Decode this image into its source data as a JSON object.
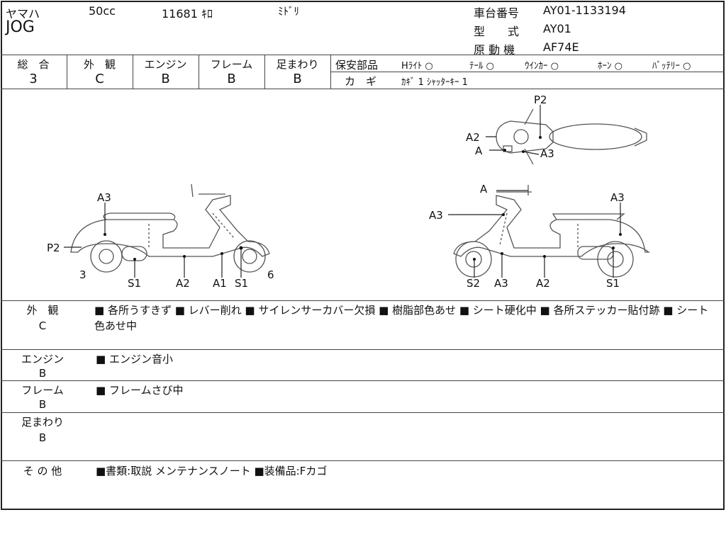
{
  "header": {
    "maker": "ヤマハ",
    "displacement": "50cc",
    "mileage": "11681 ｷﾛ",
    "color": "ﾐﾄﾞﾘ",
    "model": "JOG",
    "frame_no_label": "車台番号",
    "frame_no": "AY01-1133194",
    "type_label": "型　　式",
    "type": "AY01",
    "engine_label": "原 動 機",
    "engine": "AF74E"
  },
  "grades": [
    {
      "label": "総　合",
      "value": "3"
    },
    {
      "label": "外　観",
      "value": "C"
    },
    {
      "label": "エンジン",
      "value": "B"
    },
    {
      "label": "フレーム",
      "value": "B"
    },
    {
      "label": "足まわり",
      "value": "B"
    }
  ],
  "safety": {
    "label": "保安部品",
    "items": [
      "Hﾗｲﾄ ○",
      "ﾃｰﾙ ○",
      "ｳｲﾝｶｰ ○",
      "ﾎｰﾝ ○",
      "ﾊﾞｯﾃﾘｰ ○"
    ]
  },
  "keys": {
    "label": "カ　ギ",
    "value": "ｶｷﾞ 1 ｼｬｯﾀｰｷｰ 1"
  },
  "diagram": {
    "left": [
      "A3",
      "P2",
      "3",
      "S1",
      "A2",
      "A1",
      "S1",
      "6"
    ],
    "top": [
      "P2",
      "A2",
      "A",
      "A3"
    ],
    "right": [
      "A",
      "A3",
      "A3",
      "S2",
      "A3",
      "A2",
      "S1"
    ]
  },
  "notes": [
    {
      "label": "外　観",
      "grade": "C",
      "text": "■ 各所うすきず ■ レバー削れ ■ サイレンサーカバー欠損 ■ 樹脂部色あせ ■ シート硬化中 ■ 各所ステッカー貼付跡 ■ シート色あせ中"
    },
    {
      "label": "エンジン",
      "grade": "B",
      "text": "■ エンジン音小"
    },
    {
      "label": "フレーム",
      "grade": "B",
      "text": "■ フレームさび中"
    },
    {
      "label": "足まわり",
      "grade": "B",
      "text": ""
    },
    {
      "label": "そ の 他",
      "grade": "",
      "text": "■書類:取説 メンテナンスノート ■装備品:Fカゴ"
    }
  ]
}
